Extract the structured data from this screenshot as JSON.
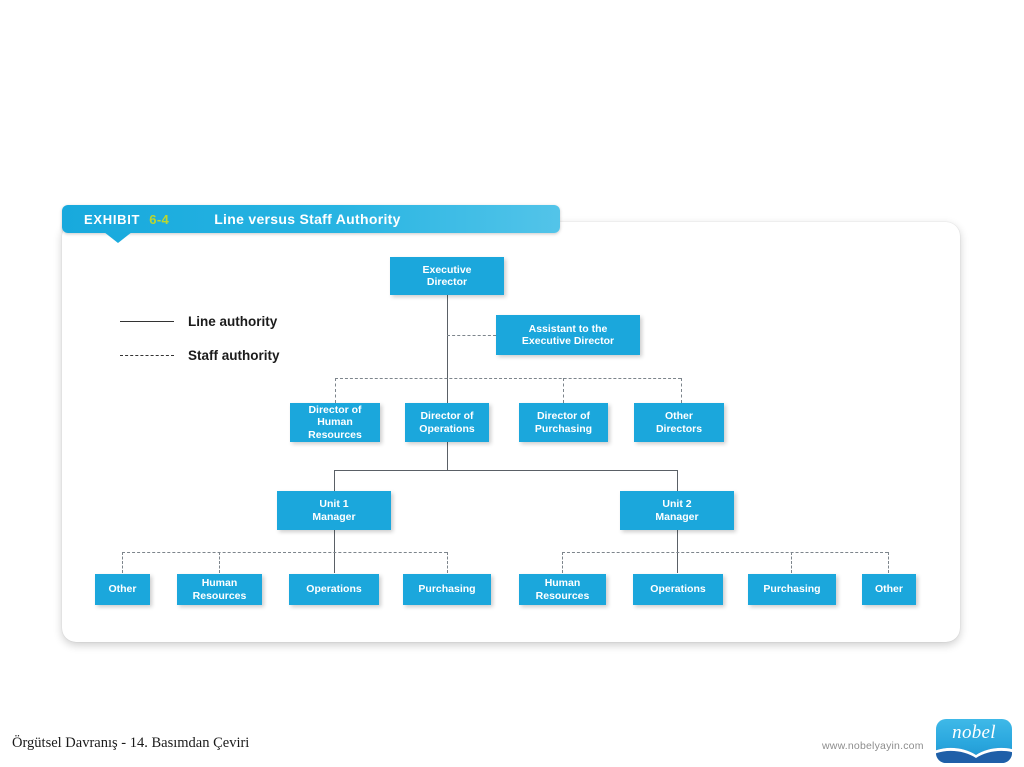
{
  "exhibit": {
    "label": "EXHIBIT",
    "number": "6-4",
    "title": "Line versus Staff Authority"
  },
  "legend": {
    "items": [
      {
        "label": "Line authority",
        "style": "solid"
      },
      {
        "label": "Staff authority",
        "style": "dashed"
      }
    ]
  },
  "chart_data": {
    "type": "diagram",
    "title": "Line versus Staff Authority",
    "nodes": [
      {
        "id": "exec",
        "label": "Executive\nDirector",
        "level": 0
      },
      {
        "id": "assistant",
        "label": "Assistant to the\nExecutive Director",
        "level": 1
      },
      {
        "id": "dir_hr",
        "label": "Director of\nHuman\nResources",
        "level": 2
      },
      {
        "id": "dir_ops",
        "label": "Director of\nOperations",
        "level": 2
      },
      {
        "id": "dir_pur",
        "label": "Director of\nPurchasing",
        "level": 2
      },
      {
        "id": "dir_other",
        "label": "Other\nDirectors",
        "level": 2
      },
      {
        "id": "unit1",
        "label": "Unit 1\nManager",
        "level": 3
      },
      {
        "id": "unit2",
        "label": "Unit 2\nManager",
        "level": 3
      },
      {
        "id": "u1_other",
        "label": "Other",
        "level": 4
      },
      {
        "id": "u1_hr",
        "label": "Human\nResources",
        "level": 4
      },
      {
        "id": "u1_ops",
        "label": "Operations",
        "level": 4
      },
      {
        "id": "u1_pur",
        "label": "Purchasing",
        "level": 4
      },
      {
        "id": "u2_hr",
        "label": "Human\nResources",
        "level": 4
      },
      {
        "id": "u2_ops",
        "label": "Operations",
        "level": 4
      },
      {
        "id": "u2_pur",
        "label": "Purchasing",
        "level": 4
      },
      {
        "id": "u2_other",
        "label": "Other",
        "level": 4
      }
    ],
    "edges": [
      {
        "from": "exec",
        "to": "assistant",
        "type": "staff"
      },
      {
        "from": "exec",
        "to": "dir_ops",
        "type": "line"
      },
      {
        "from": "exec",
        "to": "dir_hr",
        "type": "staff"
      },
      {
        "from": "exec",
        "to": "dir_pur",
        "type": "staff"
      },
      {
        "from": "exec",
        "to": "dir_other",
        "type": "staff"
      },
      {
        "from": "dir_ops",
        "to": "unit1",
        "type": "line"
      },
      {
        "from": "dir_ops",
        "to": "unit2",
        "type": "line"
      },
      {
        "from": "unit1",
        "to": "u1_ops",
        "type": "line"
      },
      {
        "from": "unit1",
        "to": "u1_other",
        "type": "staff"
      },
      {
        "from": "unit1",
        "to": "u1_hr",
        "type": "staff"
      },
      {
        "from": "unit1",
        "to": "u1_pur",
        "type": "staff"
      },
      {
        "from": "unit2",
        "to": "u2_ops",
        "type": "line"
      },
      {
        "from": "unit2",
        "to": "u2_hr",
        "type": "staff"
      },
      {
        "from": "unit2",
        "to": "u2_pur",
        "type": "staff"
      },
      {
        "from": "unit2",
        "to": "u2_other",
        "type": "staff"
      }
    ],
    "colors": {
      "node_fill": "#1ba7dc",
      "node_text": "#ffffff",
      "line_authority": "#5a6066",
      "staff_authority": "#7d858c",
      "banner": "#1aabde",
      "banner_number": "#bcd62e"
    }
  },
  "nodes": {
    "exec_l1": "Executive",
    "exec_l2": "Director",
    "assistant_l1": "Assistant to the",
    "assistant_l2": "Executive Director",
    "dir_hr_l1": "Director of",
    "dir_hr_l2": "Human",
    "dir_hr_l3": "Resources",
    "dir_ops_l1": "Director of",
    "dir_ops_l2": "Operations",
    "dir_pur_l1": "Director of",
    "dir_pur_l2": "Purchasing",
    "dir_other_l1": "Other",
    "dir_other_l2": "Directors",
    "unit1_l1": "Unit 1",
    "unit1_l2": "Manager",
    "unit2_l1": "Unit 2",
    "unit2_l2": "Manager",
    "u1_other": "Other",
    "u1_hr_l1": "Human",
    "u1_hr_l2": "Resources",
    "u1_ops": "Operations",
    "u1_pur": "Purchasing",
    "u2_hr_l1": "Human",
    "u2_hr_l2": "Resources",
    "u2_ops": "Operations",
    "u2_pur": "Purchasing",
    "u2_other": "Other"
  },
  "footer": {
    "caption": "Örgütsel Davranış - 14. Basımdan Çeviri",
    "url": "www.nobelyayin.com",
    "logo_text": "nobel"
  }
}
